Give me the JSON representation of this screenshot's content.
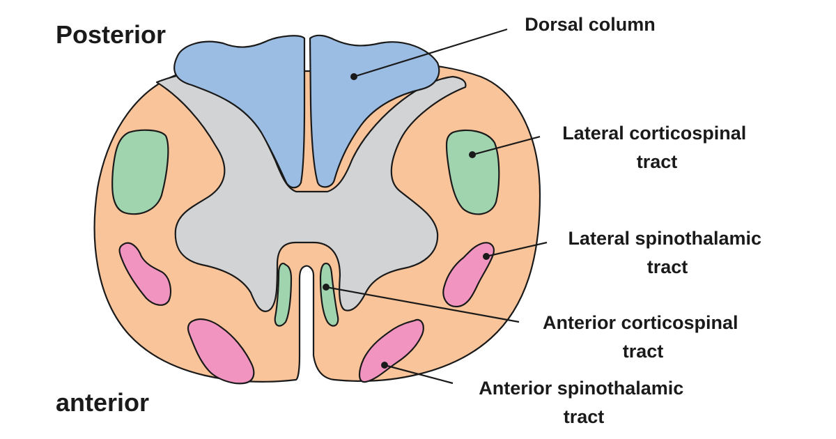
{
  "orientation": {
    "top": "Posterior",
    "bottom": "anterior"
  },
  "labels": {
    "dorsal_column": [
      "Dorsal column"
    ],
    "lateral_corticospinal": [
      "Lateral corticospinal",
      "tract"
    ],
    "lateral_spinothalamic": [
      "Lateral spinothalamic",
      "tract"
    ],
    "anterior_corticospinal": [
      "Anterior corticospinal",
      "tract"
    ],
    "anterior_spinothalamic": [
      "Anterior spinothalamic",
      "tract"
    ]
  },
  "colors": {
    "white_matter": "#f9c49a",
    "gray_matter": "#d2d3d5",
    "dorsal_column": "#9bbce3",
    "corticospinal": "#a0d4ae",
    "spinothalamic": "#f195c0",
    "outline": "#1a1a1a"
  }
}
